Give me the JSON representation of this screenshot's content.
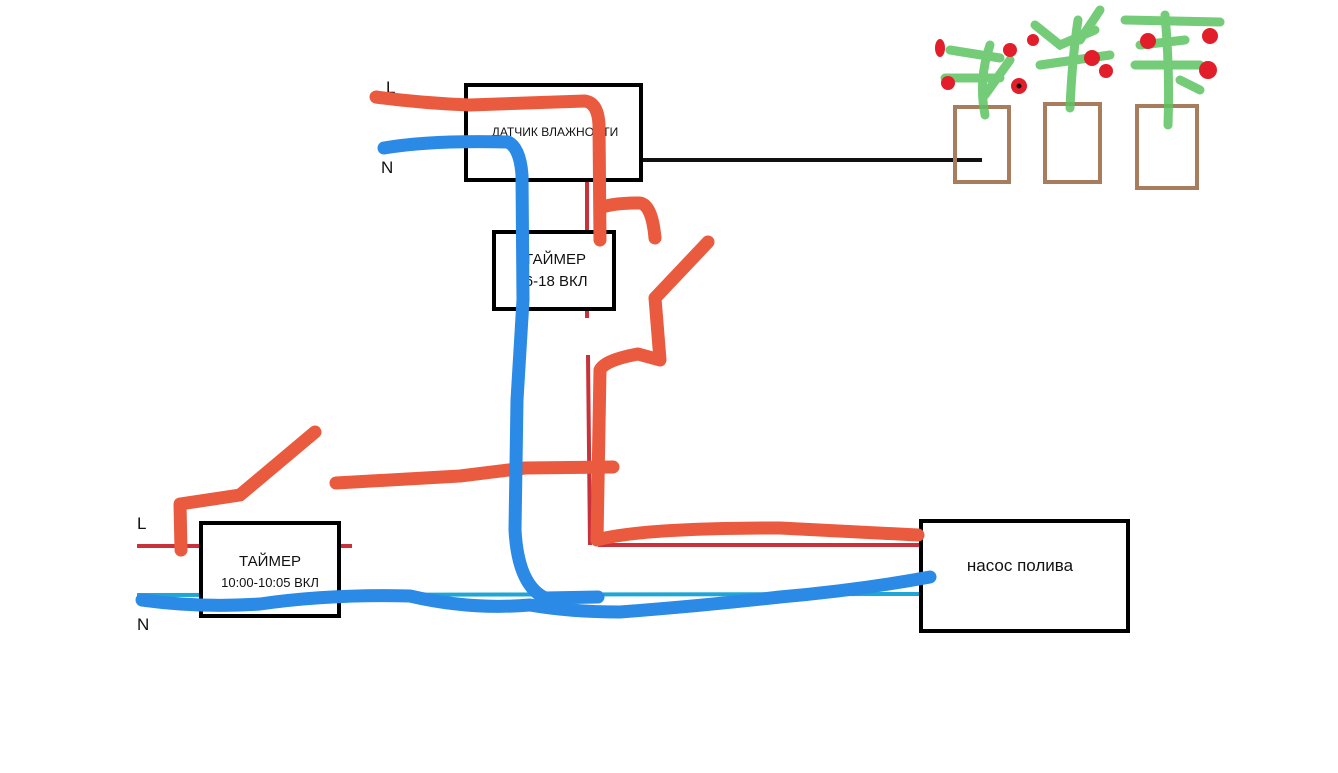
{
  "labels": {
    "top_L": "L",
    "top_N": "N",
    "bottom_L": "L",
    "bottom_N": "N"
  },
  "boxes": {
    "humidity_sensor": "ДАТЧИК ВЛАЖНОСТИ",
    "timer_top_title": "ТАЙМЕР",
    "timer_top_time": "16-18 ВКЛ",
    "timer_bottom_title": "ТАЙМЕР",
    "timer_bottom_time": "10:00-10:05 ВКЛ",
    "pump": "насос полива"
  },
  "colors": {
    "phase_wire": "#ea5a3e",
    "neutral_wire": "#2a8ae6",
    "thin_phase": "#c8323a",
    "thin_neutral": "#1ea6d6",
    "pot": "#a87d5e",
    "plant": "#5cc462",
    "berry": "#e11e2a"
  }
}
